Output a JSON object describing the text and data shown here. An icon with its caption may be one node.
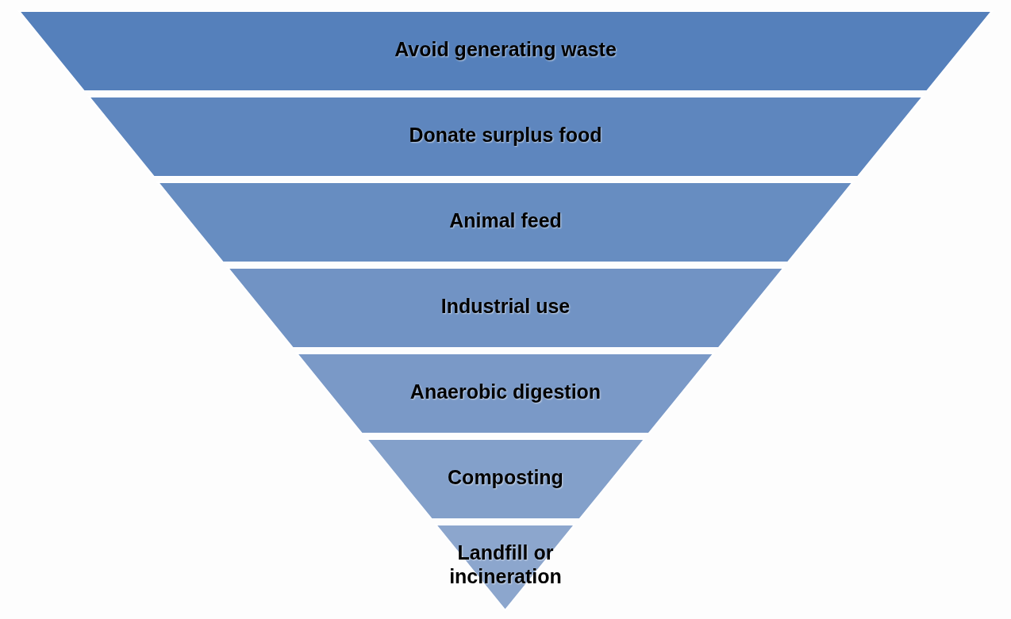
{
  "diagram": {
    "nodes": [
      {
        "text": [
          "Avoid generating waste"
        ]
      },
      {
        "text": [
          "Donate surplus food"
        ]
      },
      {
        "text": [
          "Animal feed"
        ]
      },
      {
        "text": [
          "Industrial use"
        ]
      },
      {
        "text": [
          "Anaerobic digestion"
        ]
      },
      {
        "text": [
          "Composting"
        ]
      },
      {
        "text": [
          "Landfill or incineration"
        ]
      }
    ],
    "edges": []
  }
}
